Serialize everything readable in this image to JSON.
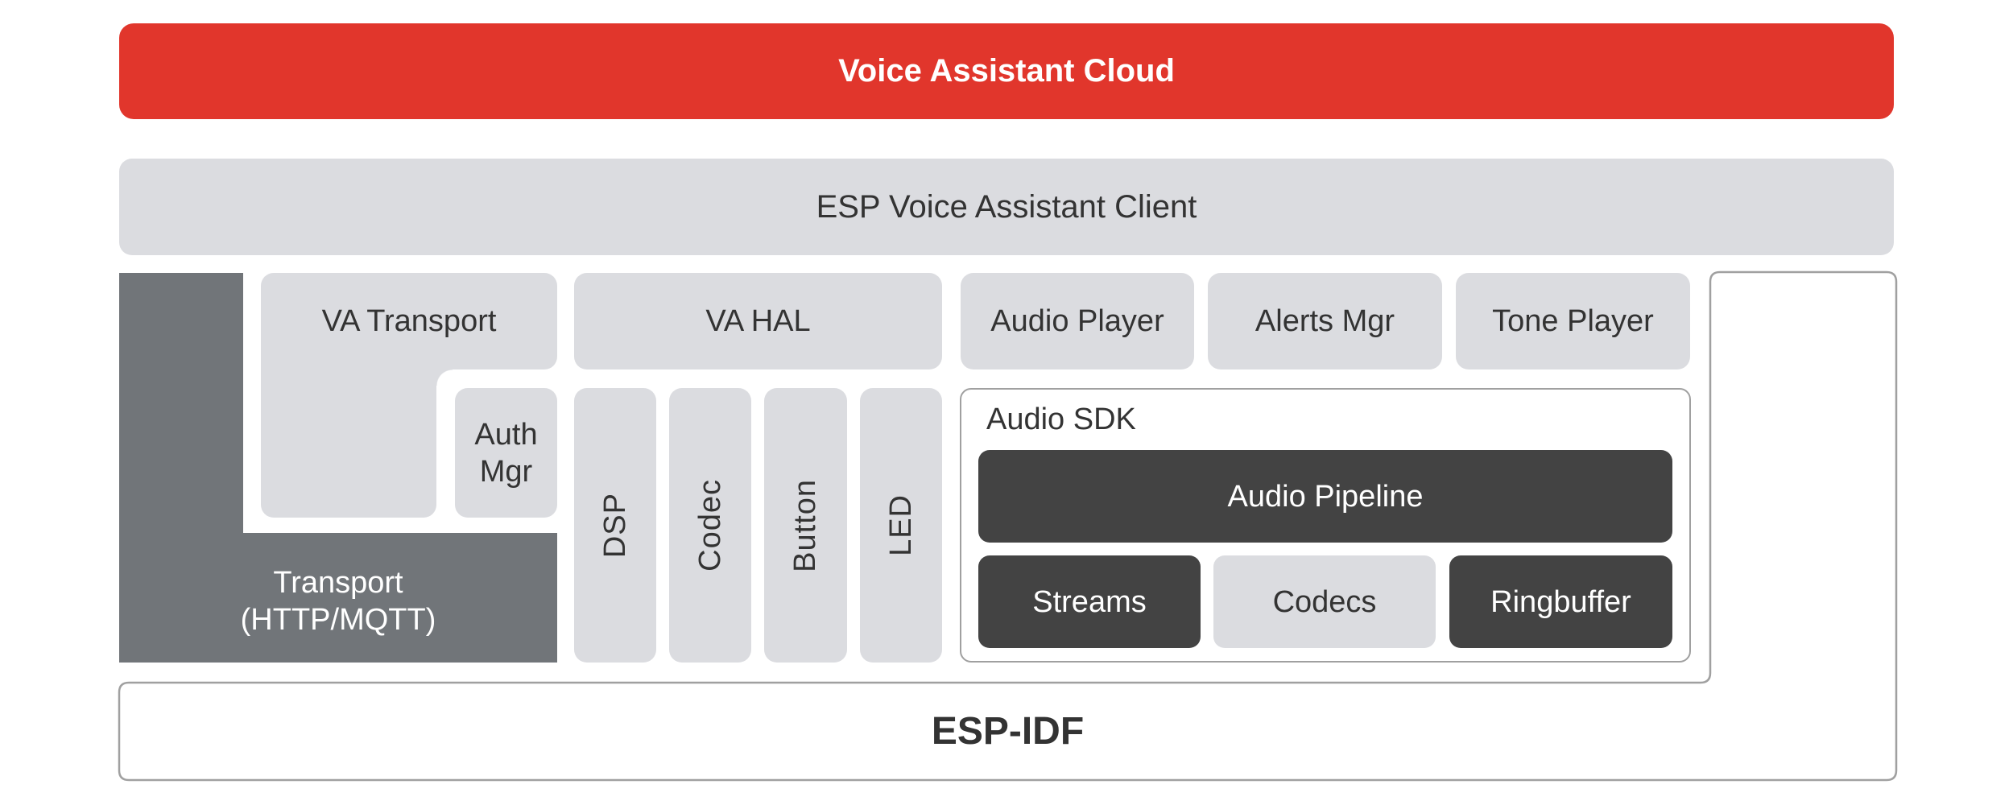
{
  "colors": {
    "cloud": "#e1362c",
    "light_block": "#dbdce0",
    "dark_block": "#434343",
    "transport": "#717579",
    "outline": "#a0a0a0",
    "text_dark": "#333333",
    "text_light": "#ffffff"
  },
  "cloud": {
    "label": "Voice Assistant Cloud"
  },
  "client": {
    "label": "ESP Voice Assistant Client"
  },
  "va_transport": {
    "label": "VA Transport"
  },
  "auth_mgr": {
    "line1": "Auth",
    "line2": "Mgr"
  },
  "transport": {
    "line1": "Transport",
    "line2": "(HTTP/MQTT)"
  },
  "va_hal": {
    "label": "VA HAL"
  },
  "hal_modules": [
    {
      "label": "DSP"
    },
    {
      "label": "Codec"
    },
    {
      "label": "Button"
    },
    {
      "label": "LED"
    }
  ],
  "players": [
    {
      "label": "Audio Player"
    },
    {
      "label": "Alerts Mgr"
    },
    {
      "label": "Tone Player"
    }
  ],
  "audio_sdk": {
    "label": "Audio SDK",
    "pipeline": "Audio Pipeline",
    "components": [
      {
        "label": "Streams"
      },
      {
        "label": "Codecs"
      },
      {
        "label": "Ringbuffer"
      }
    ]
  },
  "esp_idf": {
    "label": "ESP-IDF"
  }
}
